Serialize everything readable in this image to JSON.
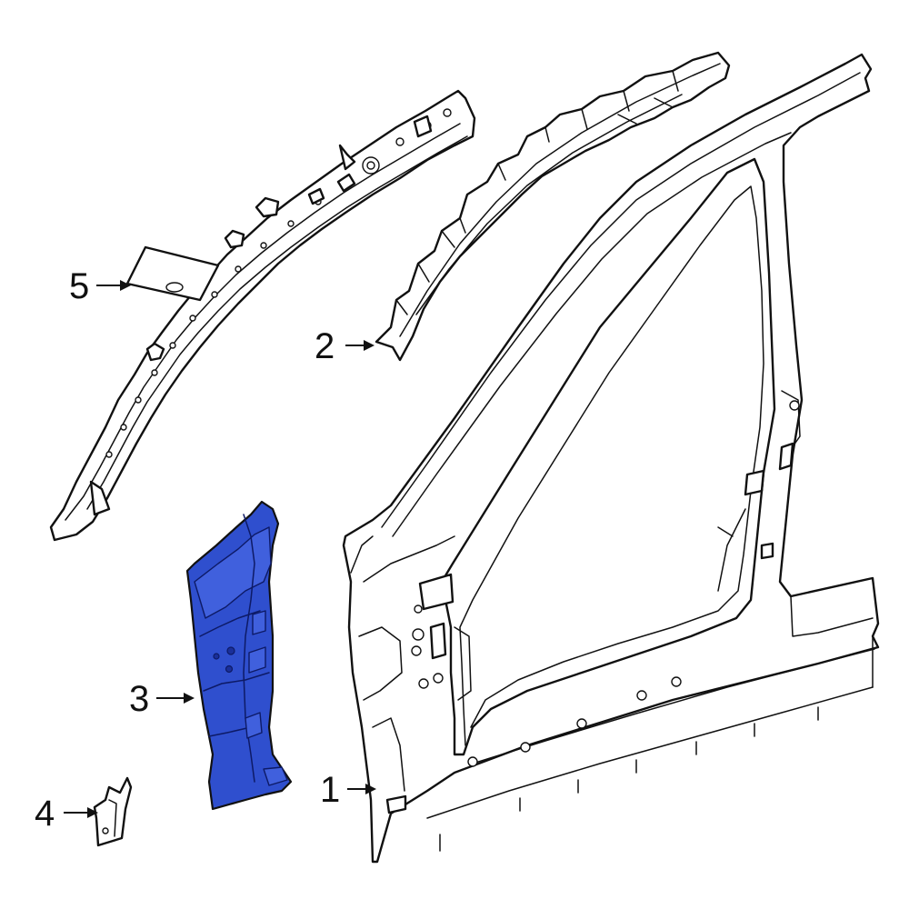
{
  "diagram": {
    "highlight_color": "#2f4fce",
    "callouts": [
      {
        "id": "1",
        "label": "1",
        "part": "body-side-aperture"
      },
      {
        "id": "2",
        "label": "2",
        "part": "roof-rail-reinforcement"
      },
      {
        "id": "3",
        "label": "3",
        "part": "hinge-pillar-reinforcement"
      },
      {
        "id": "4",
        "label": "4",
        "part": "small-bracket"
      },
      {
        "id": "5",
        "label": "5",
        "part": "roof-rail-inner"
      }
    ]
  }
}
